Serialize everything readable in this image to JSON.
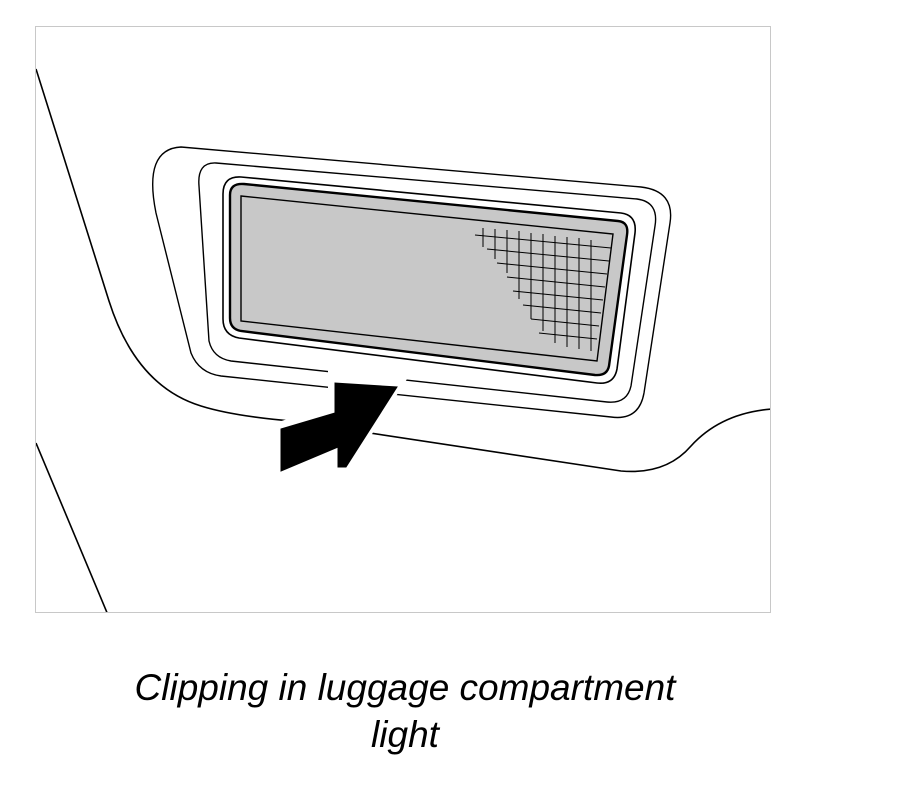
{
  "caption": {
    "line1": "Clipping in luggage compartment",
    "line2": "light"
  },
  "colors": {
    "line": "#000000",
    "lens": "#c8c8c8",
    "arrow": "#000000",
    "background": "#ffffff"
  },
  "icons": {
    "arrow": "push-arrow-icon",
    "lamp": "luggage-compartment-light"
  }
}
